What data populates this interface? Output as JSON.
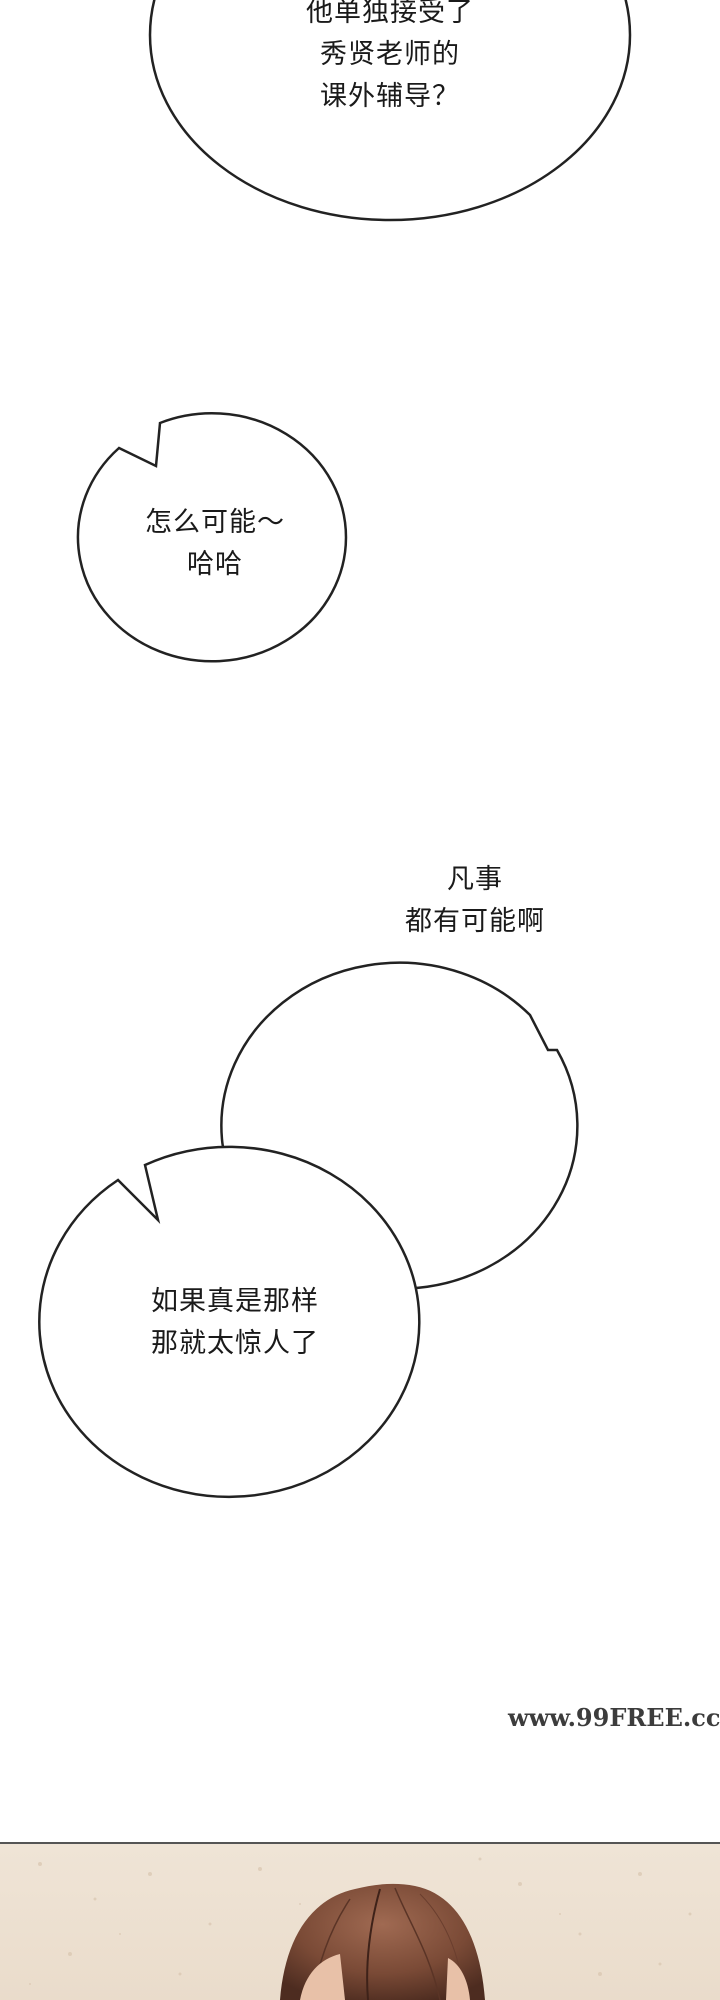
{
  "bubbles": [
    {
      "lines": [
        "他单独接受了",
        "秀贤老师的",
        "课外辅导？"
      ]
    },
    {
      "lines": [
        "怎么可能～",
        "哈哈"
      ]
    },
    {
      "lines": [
        "凡事",
        "都有可能啊"
      ]
    },
    {
      "lines": [
        "如果真是那样",
        "那就太惊人了"
      ]
    }
  ],
  "watermark": "www.99FREE.cc",
  "colors": {
    "bubble_stroke": "#222222",
    "panel_background": "#ece0d0",
    "hair": "#7a4a36"
  }
}
